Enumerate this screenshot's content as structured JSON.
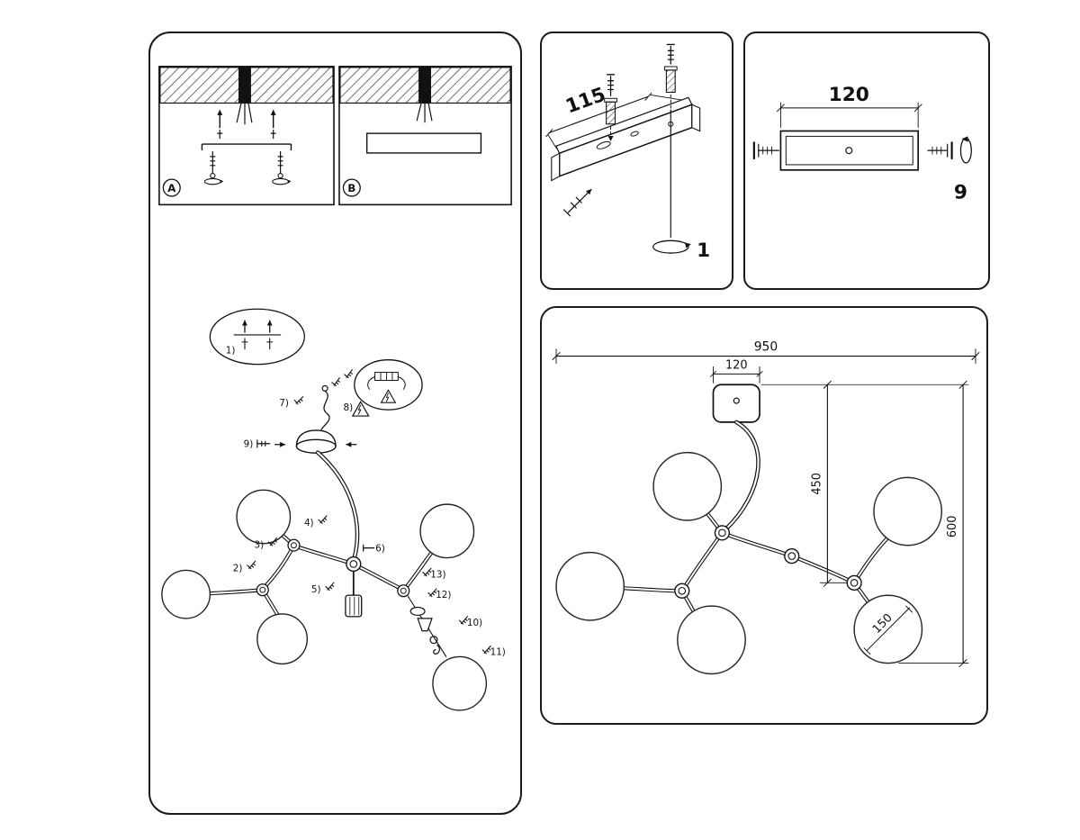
{
  "sheet": {
    "background": "#ffffff",
    "line_color": "#111111"
  },
  "ceiling_mount": {
    "option_a_label": "A",
    "option_b_label": "B"
  },
  "assembly": {
    "steps": {
      "s1": "1)",
      "s2": "2)",
      "s3": "3)",
      "s4": "4)",
      "s5": "5)",
      "s6": "6)",
      "s7": "7)",
      "s8": "8)",
      "s9": "9)",
      "s10": "10)",
      "s11": "11)",
      "s12": "12)",
      "s13": "13)"
    }
  },
  "bracket_panel": {
    "dim_length": "115",
    "part_number": "1"
  },
  "bar_panel": {
    "dim_length": "120",
    "part_number": "9"
  },
  "dimension_panel": {
    "overall_width": "950",
    "canopy_width": "120",
    "drop_to_arms": "450",
    "overall_drop": "600",
    "globe_diameter": "150"
  }
}
